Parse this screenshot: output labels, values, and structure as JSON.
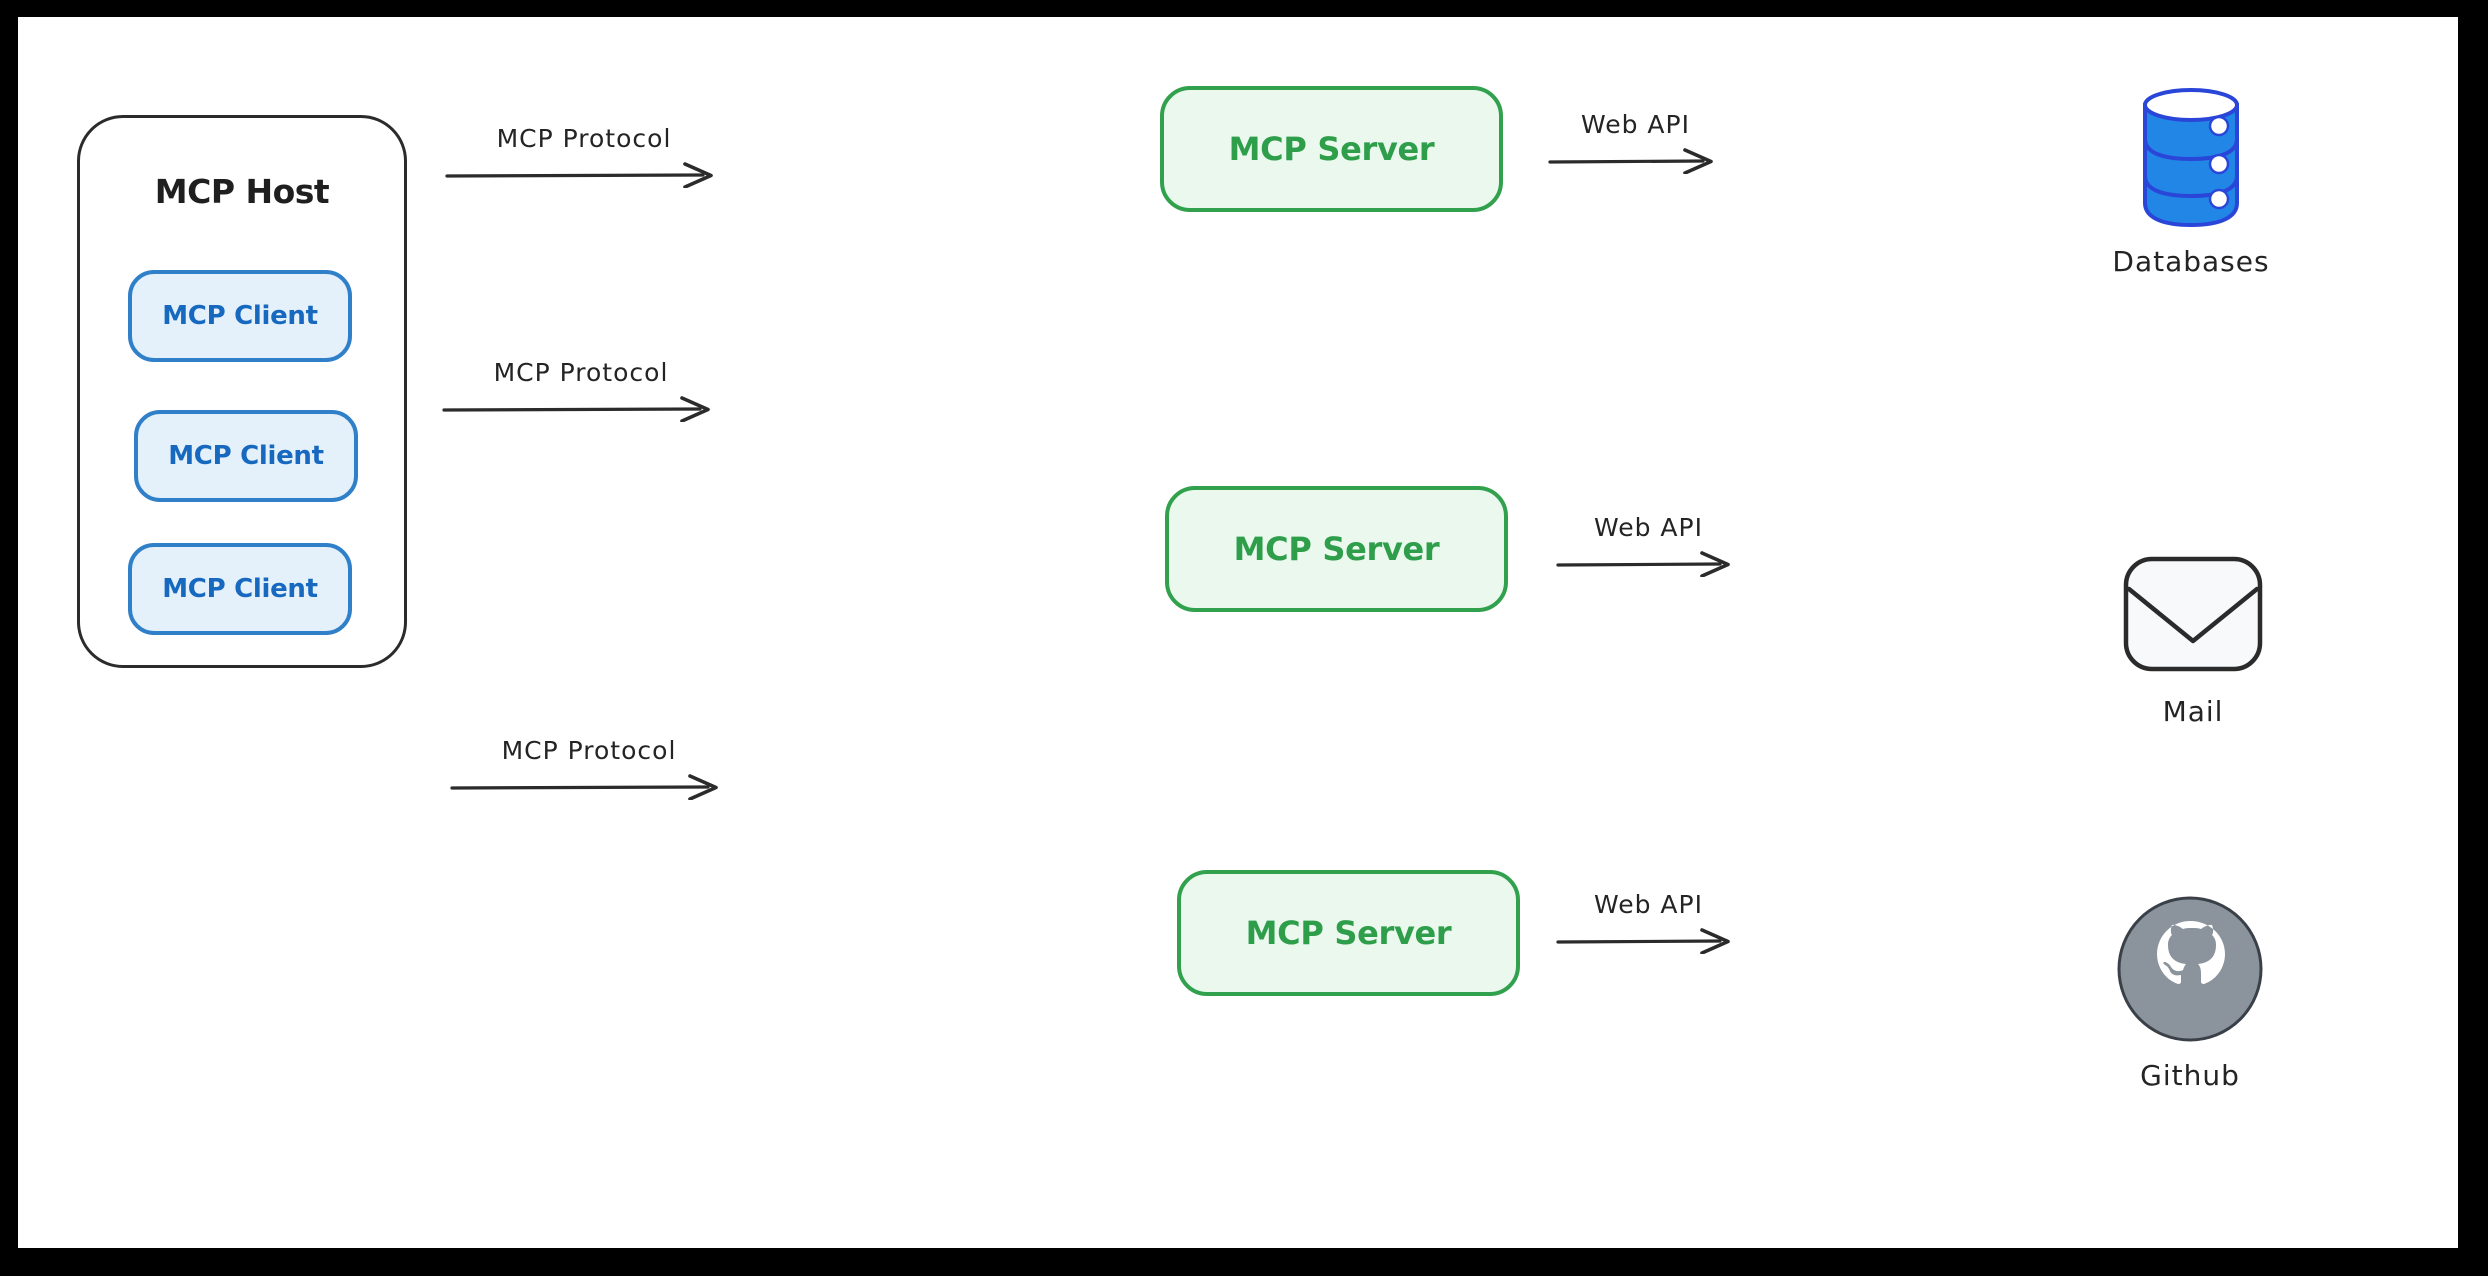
{
  "canvas": {
    "background": "#ffffff",
    "frame_color": "#000000"
  },
  "host": {
    "title": "MCP Host",
    "border_color": "#2b2b2b",
    "clients": [
      {
        "label": "MCP Client"
      },
      {
        "label": "MCP Client"
      },
      {
        "label": "MCP Client"
      }
    ],
    "client_fill": "#e4f1fb",
    "client_border": "#2f7fc9",
    "client_text": "#1769c0"
  },
  "servers": [
    {
      "label": "MCP Server"
    },
    {
      "label": "MCP Server"
    },
    {
      "label": "MCP Server"
    }
  ],
  "server_style": {
    "fill": "#eaf8ee",
    "border": "#31a14e",
    "text": "#2e9e4b"
  },
  "protocol_arrows": [
    {
      "label": "MCP Protocol"
    },
    {
      "label": "MCP Protocol"
    },
    {
      "label": "MCP Protocol"
    }
  ],
  "api_arrows": [
    {
      "label": "Web API"
    },
    {
      "label": "Web API"
    },
    {
      "label": "Web API"
    }
  ],
  "services": [
    {
      "label": "Databases",
      "icon": "database-icon",
      "color": "#2286e6"
    },
    {
      "label": "Mail",
      "icon": "envelope-icon",
      "color": "#2b2b2b"
    },
    {
      "label": "Github",
      "icon": "github-icon",
      "color": "#8b939c"
    }
  ]
}
